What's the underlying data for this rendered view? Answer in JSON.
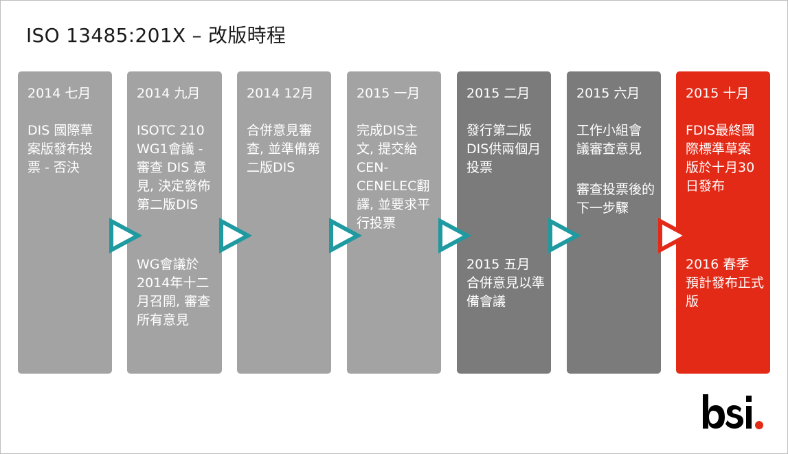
{
  "slide": {
    "title": "ISO 13485:201X – 改版時程"
  },
  "timeline": [
    {
      "date": "2014 七月",
      "text": "DIS 國際草案版發布投票 - 否決"
    },
    {
      "date": "2014 九月",
      "text": "ISOTC 210 WG1會議 - 審查 DIS 意見, 決定發佈第二版DIS",
      "text2": "WG會議於2014年十二月召開, 審查所有意見"
    },
    {
      "date": "2014 12月",
      "text": "合併意見審查, 並準備第二版DIS"
    },
    {
      "date": "2015 一月",
      "text": "完成DIS主文, 提交給CEN-CENELEC翻譯, 並要求平行投票"
    },
    {
      "date": "2015 二月",
      "text": "發行第二版DIS供兩個月投票",
      "text2": "2015 五月 合併意見以準備會議"
    },
    {
      "date": "2015 六月",
      "text": "工作小組會議審查意見",
      "text2": "審查投票後的下一步驟"
    },
    {
      "date": "2015 十月",
      "text": "FDIS最終國際標準草案版於十月30日發布",
      "text2": "2016 春季 預計發布正式版"
    }
  ],
  "colors": {
    "card_light": "#a3a3a3",
    "card_dark": "#7b7b7b",
    "card_highlight": "#e32a17",
    "arrow_teal": "#1e9aa0",
    "arrow_red": "#e32a17"
  },
  "logo": {
    "text": "bsi",
    "dot_color": "#e32a17"
  }
}
